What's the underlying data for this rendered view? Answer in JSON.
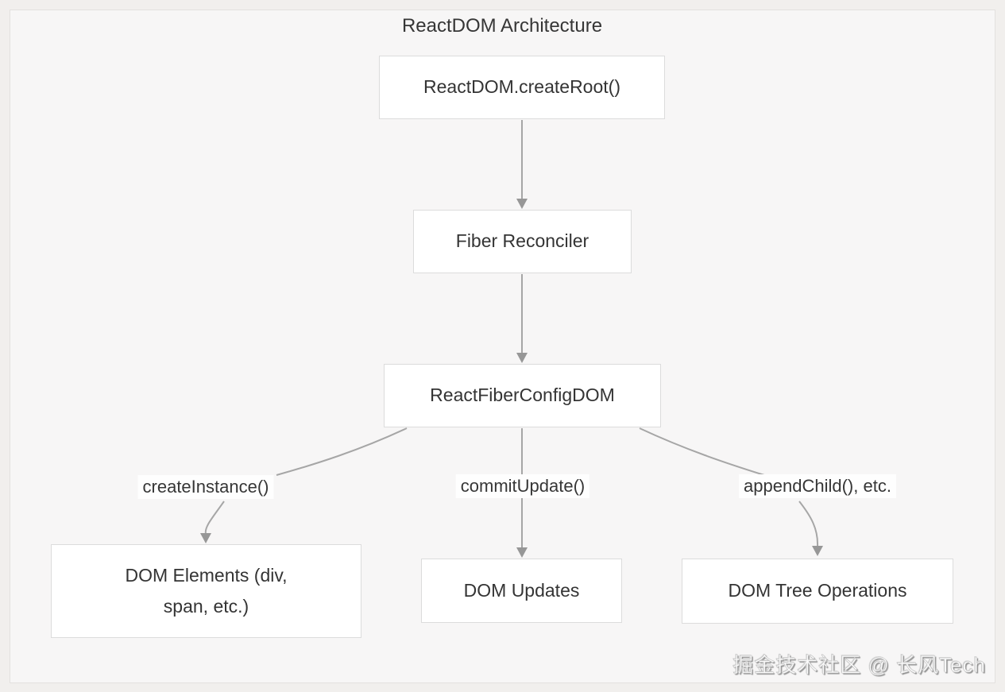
{
  "diagram_title": "ReactDOM Architecture",
  "nodes": {
    "create_root": "ReactDOM.createRoot()",
    "fiber_reconciler": "Fiber Reconciler",
    "react_fiber_config_dom": "ReactFiberConfigDOM",
    "dom_elements": "DOM Elements (div, span, etc.)",
    "dom_updates": "DOM Updates",
    "dom_tree_operations": "DOM Tree Operations"
  },
  "edge_labels": {
    "create_instance": "createInstance()",
    "commit_update": "commitUpdate()",
    "append_child": "appendChild(), etc."
  },
  "watermark": "掘金技术社区 @ 长风Tech",
  "colors": {
    "canvas_background": "#f7f6f6",
    "outer_background": "#f1efed",
    "node_fill": "#ffffff",
    "node_border": "#dcdcdc",
    "edge_stroke": "#a6a6a6",
    "text": "#363636"
  }
}
